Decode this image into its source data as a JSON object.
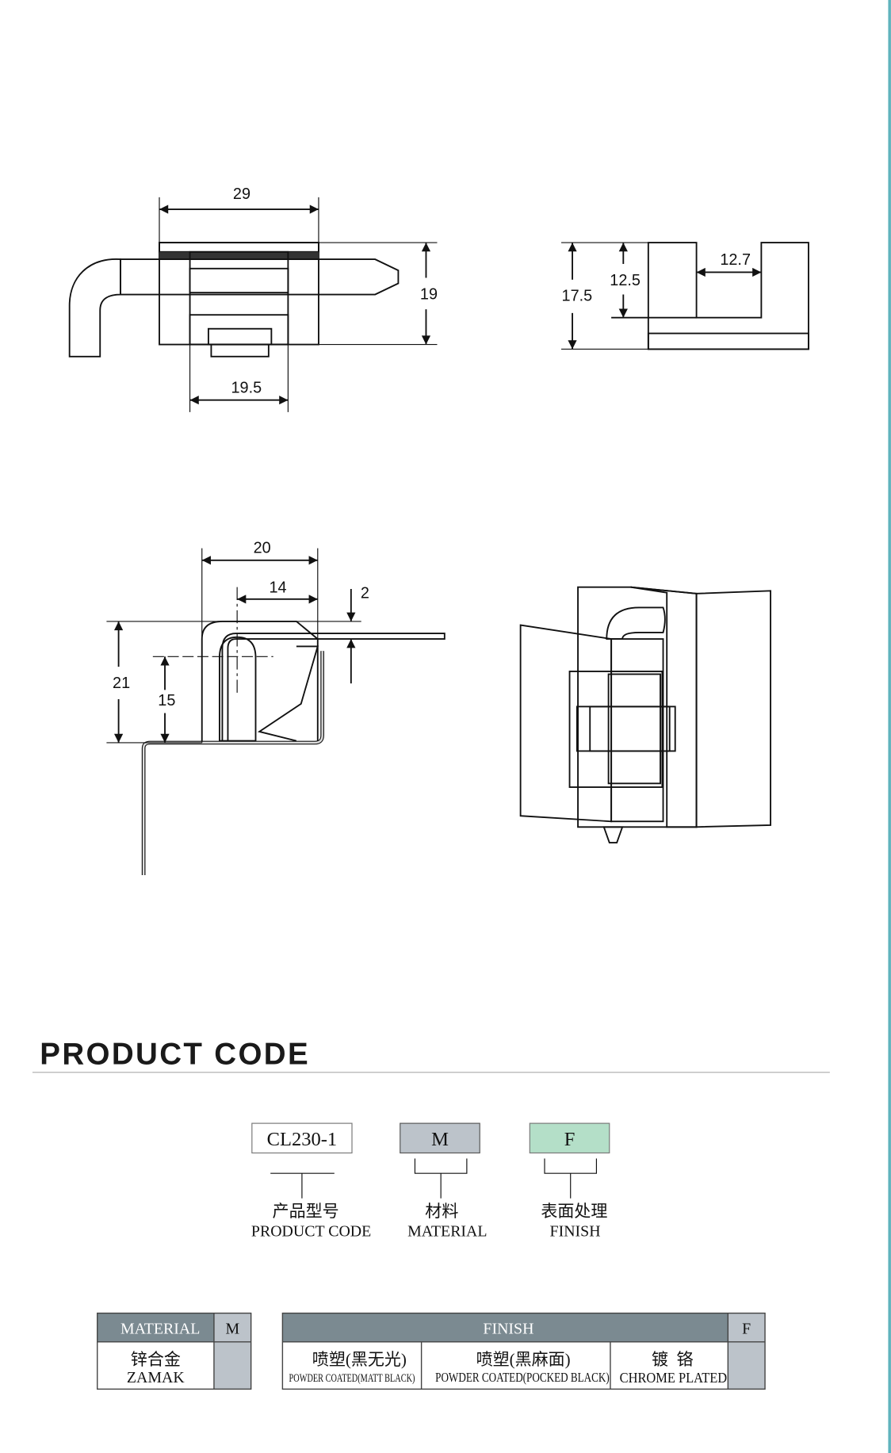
{
  "drawings": {
    "top_view": {
      "width": "29",
      "height": "19",
      "inner": "19.5"
    },
    "side_view": {
      "total_height": "17.5",
      "slot_depth": "12.5",
      "slot_width": "12.7"
    },
    "section_view": {
      "width": "20",
      "pin_offset": "14",
      "flange": "2",
      "height": "21",
      "pin_height": "15"
    }
  },
  "product_code": {
    "title": "PRODUCT CODE",
    "boxes": [
      {
        "code": "CL230-1",
        "label_cn": "产品型号",
        "label_en": "PRODUCT CODE"
      },
      {
        "code": "M",
        "label_cn": "材料",
        "label_en": "MATERIAL"
      },
      {
        "code": "F",
        "label_cn": "表面处理",
        "label_en": "FINISH"
      }
    ]
  },
  "material_table": {
    "header": "MATERIAL",
    "code": "M",
    "rows": [
      {
        "cn": "锌合金",
        "en": "ZAMAK"
      }
    ]
  },
  "finish_table": {
    "header": "FINISH",
    "code": "F",
    "rows": [
      {
        "cn": "喷塑(黑无光)",
        "en": "POWDER COATED(MATT BLACK)"
      },
      {
        "cn": "喷塑(黑麻面)",
        "en": "POWDER COATED(POCKED BLACK)"
      },
      {
        "cn": "镀  铬",
        "en": "CHROME PLATED"
      }
    ]
  },
  "colors": {
    "header": "#7b8a91",
    "material_code": "#bcc3ca",
    "finish_code": "#b4dfc8",
    "edge": "#5fb3bd"
  }
}
